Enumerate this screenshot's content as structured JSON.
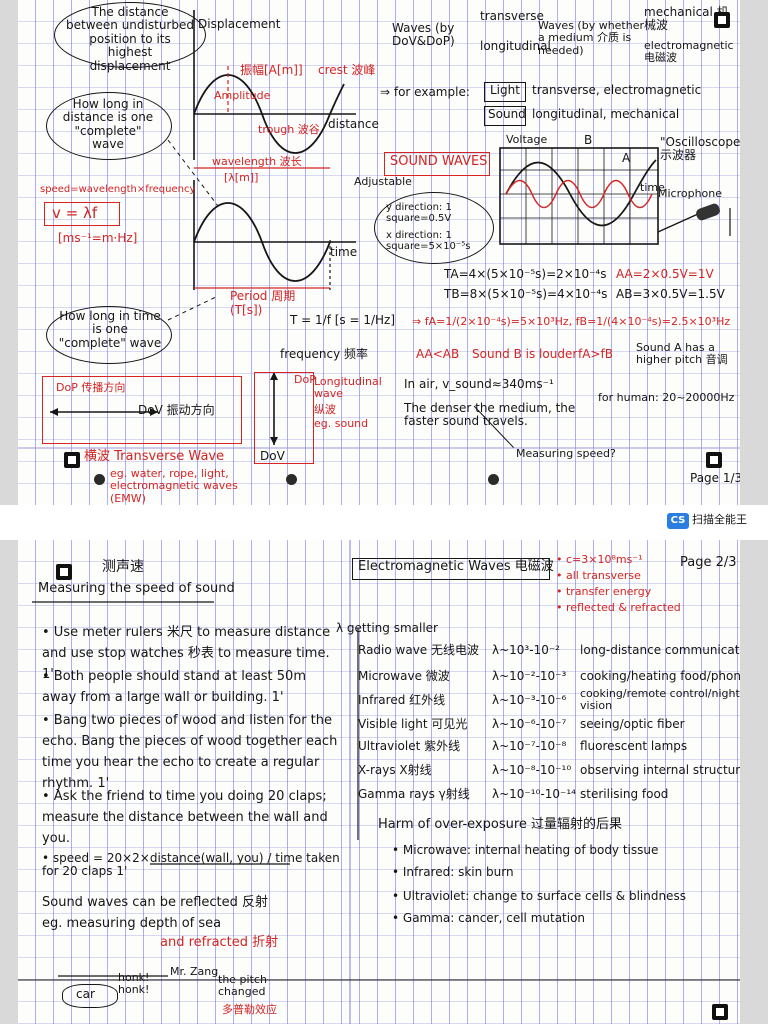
{
  "scanner": {
    "app_label": "扫描全能王",
    "badge": "CS"
  },
  "page1": {
    "amplitude_bubble": "The distance between undisturbed position to its highest displacement",
    "displacement_label": "Displacement",
    "amplitude_cn": "振幅[A[m]]",
    "amplitude_en": "Amplitude",
    "crest": "crest 波峰",
    "trough": "trough 波谷",
    "distance_axis": "distance",
    "wavelength_bubble": "How long in distance is one \"complete\" wave",
    "wavelength_label": "wavelength 波长",
    "wavelength_unit": "[λ[m]]",
    "speed_def": "speed=wavelength×frequency",
    "speed_formula": "v = λf",
    "speed_unit": "[ms⁻¹=m·Hz]",
    "time_axis": "time",
    "period_label": "Period 周期",
    "period_unit": "(T[s])",
    "period_bubble": "How long in time is one \"complete\" wave",
    "freq_formula": "T = 1/f  [s = 1/Hz]",
    "frequency_label": "frequency 频率",
    "dop_label": "DoP 传播方向",
    "dov_label": "DoV 振动方向",
    "transverse_wave": "横波 Transverse Wave",
    "transverse_eg": "eg. water, rope, light, electromagnetic waves (EMW)",
    "dov_short": "DoV",
    "dop_short": "DoP",
    "longitudinal_wave": "Longitudinal wave",
    "longitudinal_cn": "纵波",
    "longitudinal_eg": "eg. sound",
    "waves_by_dop": "Waves (by DoV&DoP)",
    "transverse": "transverse",
    "longitudinal": "longitudinal",
    "waves_by_medium": "Waves (by whether a medium 介质 is needed)",
    "mechanical": "mechanical 机械波",
    "electromagnetic": "electromagnetic 电磁波",
    "for_example": "⇒ for example:",
    "light_word": "Light",
    "light_desc": "transverse, electromagnetic",
    "sound_word": "Sound",
    "sound_desc": "longitudinal, mechanical",
    "sound_waves_title": "SOUND WAVES",
    "voltage": "Voltage",
    "oscilloscope": "\"Oscilloscope\" 示波器",
    "adjustable": "Adjustable",
    "y_direction": "y direction: 1 square=0.5V",
    "x_direction": "x direction: 1 square=5×10⁻⁵s",
    "microphone": "Microphone",
    "marker_b": "B",
    "marker_a": "A",
    "time_small": "time",
    "ta_calc": "TA=4×(5×10⁻⁵s)=2×10⁻⁴s",
    "tb_calc": "TB=8×(5×10⁻⁵s)=4×10⁻⁴s",
    "aa_calc": "AA=2×0.5V=1V",
    "ab_calc": "AB=3×0.5V=1.5V",
    "f_calc": "⇒ fA=1/(2×10⁻⁴s)=5×10³Hz, fB=1/(4×10⁻⁴s)=2.5×10³Hz",
    "aa_ab": "AA<AB",
    "sound_b_louder": "Sound B is louder",
    "fa_fb": "fA>fB",
    "higher_pitch": "Sound A has a higher pitch 音调",
    "air_speed": "In air, v_sound≈340ms⁻¹",
    "denser": "The denser the medium, the faster sound travels.",
    "human_range": "for human: 20~20000Hz",
    "measuring_speed_q": "Measuring speed?",
    "page_num": "Page 1/3"
  },
  "page2": {
    "heading_cn": "测声速",
    "heading_en": "Measuring the speed of sound",
    "b1": "• Use meter rulers 米尺 to measure distance and use stop watches 秒表 to measure time. 1'",
    "b2": "• Both people should stand at least 50m away from a large wall or building. 1'",
    "b3": "• Bang two pieces of wood and listen for the echo. Bang the pieces of wood together each time you hear the echo to create a regular rhythm. 1'",
    "b4": "• Ask the friend to time you doing 20 claps; measure the distance between the wall and you.",
    "speed_line": "• speed = 20×2×distance(wall, you) / time taken for 20 claps  1'",
    "reflected": "Sound waves can be reflected 反射 eg. measuring depth of sea",
    "refracted": "and refracted 折射",
    "honk": "honk! honk!",
    "car": "car",
    "mr_zang": "Mr. Zang",
    "pitch_changed": "the pitch changed",
    "doppler_cn": "多普勒效应",
    "em_title": "Electromagnetic Waves 电磁波",
    "em_props": [
      "• c=3×10⁸ms⁻¹",
      "• all transverse",
      "• transfer energy",
      "• reflected & refracted"
    ],
    "page_num": "Page 2/3",
    "lambda_smaller": "λ getting smaller",
    "spectrum": [
      {
        "name": "Radio wave 无线电波",
        "range": "λ~10³-10⁻²",
        "use": "long-distance communicat"
      },
      {
        "name": "Microwave 微波",
        "range": "λ~10⁻²-10⁻³",
        "use": "cooking/heating food/phone"
      },
      {
        "name": "Infrared 红外线",
        "range": "λ~10⁻³-10⁻⁶",
        "use": "cooking/remote control/night vision"
      },
      {
        "name": "Visible light 可见光",
        "range": "λ~10⁻⁶-10⁻⁷",
        "use": "seeing/optic fiber"
      },
      {
        "name": "Ultraviolet 紫外线",
        "range": "λ~10⁻⁷-10⁻⁸",
        "use": "fluorescent lamps"
      },
      {
        "name": "X-rays X射线",
        "range": "λ~10⁻⁸-10⁻¹⁰",
        "use": "observing internal structures"
      },
      {
        "name": "Gamma rays γ射线",
        "range": "λ~10⁻¹⁰-10⁻¹⁴",
        "use": "sterilising food"
      }
    ],
    "harm_title": "Harm of over-exposure 过量辐射的后果",
    "harms": [
      "• Microwave: internal heating of body tissue",
      "• Infrared: skin burn",
      "• Ultraviolet: change to surface cells & blindness",
      "• Gamma: cancer, cell mutation"
    ]
  }
}
